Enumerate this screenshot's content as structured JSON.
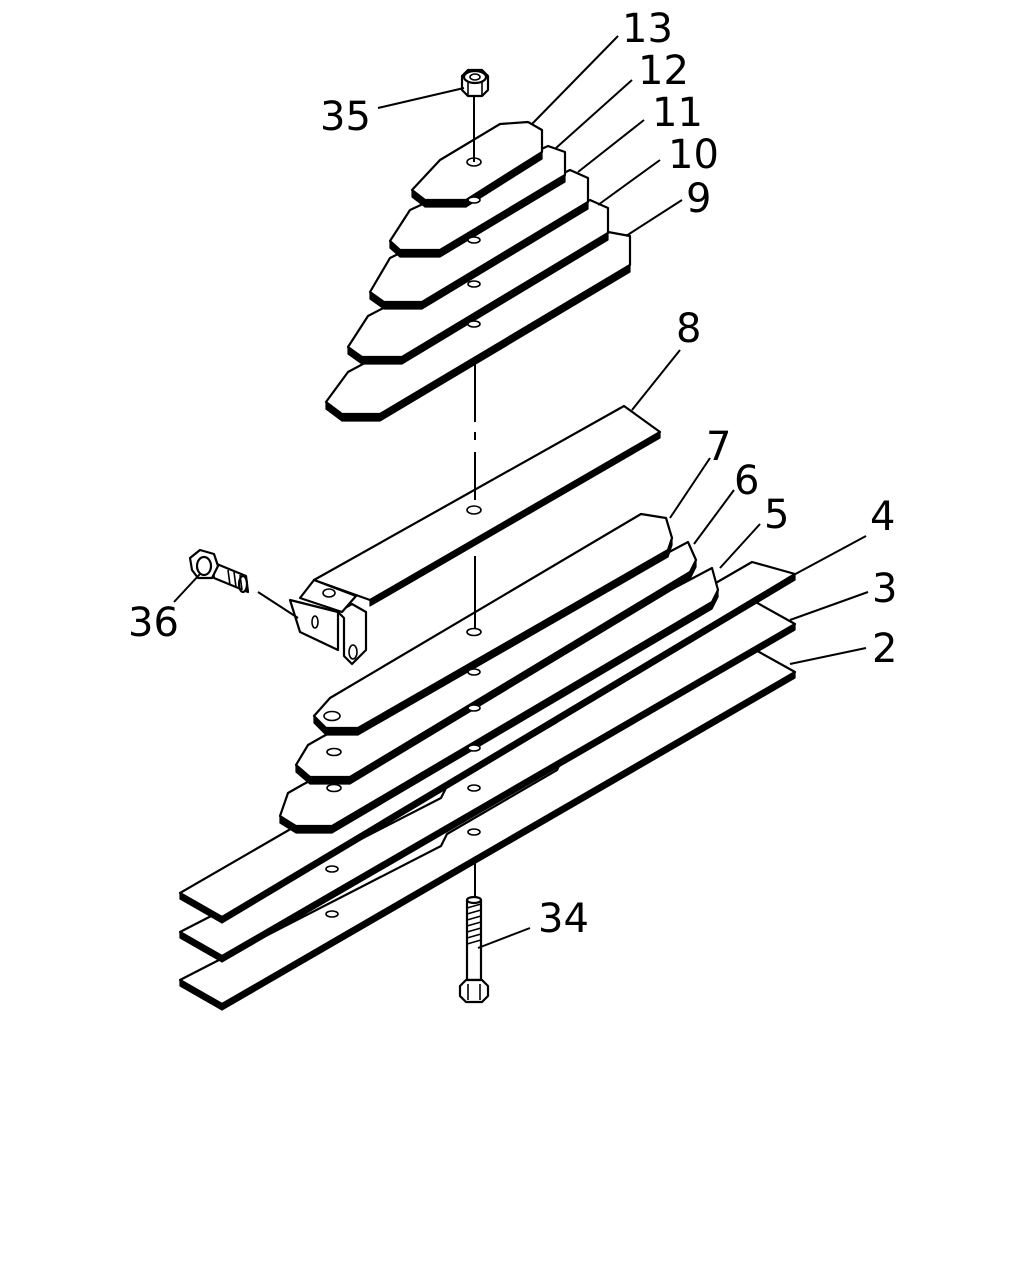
{
  "diagram": {
    "type": "exploded-parts-view",
    "callouts": {
      "c13": "13",
      "c12": "12",
      "c11": "11",
      "c10": "10",
      "c9": "9",
      "c8": "8",
      "c7": "7",
      "c6": "6",
      "c5": "5",
      "c4": "4",
      "c3": "3",
      "c2": "2",
      "c34": "34",
      "c35": "35",
      "c36": "36"
    }
  }
}
